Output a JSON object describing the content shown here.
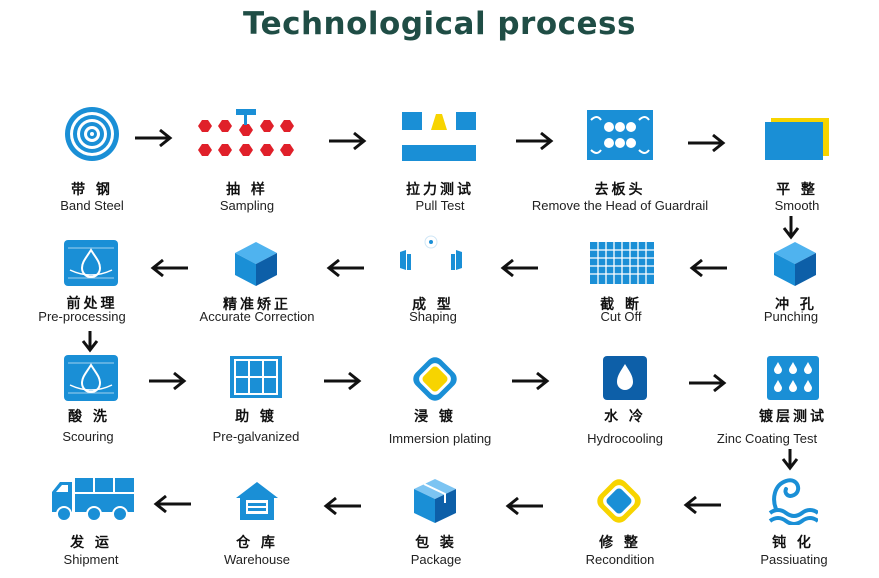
{
  "title": "Technological process",
  "steps": [
    {
      "zh": "带 钢",
      "en": "Band Steel",
      "icon": "concentric-rings-icon"
    },
    {
      "zh": "抽 样",
      "en": "Sampling",
      "icon": "red-hexagons-icon"
    },
    {
      "zh": "拉力测试",
      "en": "Pull Test",
      "icon": "pull-test-icon"
    },
    {
      "zh": "去板头",
      "en": "Remove the Head of Guardrail",
      "icon": "remove-head-icon"
    },
    {
      "zh": "平 整",
      "en": "Smooth",
      "icon": "flat-plate-icon"
    },
    {
      "zh": "冲 孔",
      "en": "Punching",
      "icon": "cube-icon"
    },
    {
      "zh": "截 断",
      "en": "Cut Off",
      "icon": "grid-panel-icon"
    },
    {
      "zh": "成 型",
      "en": "Shaping",
      "icon": "shaping-icon"
    },
    {
      "zh": "精准矫正",
      "en": "Accurate Correction",
      "icon": "cube-icon"
    },
    {
      "zh": "前处理",
      "en": "Pre-processing",
      "icon": "water-drop-box-icon"
    },
    {
      "zh": "酸 洗",
      "en": "Scouring",
      "icon": "water-drop-box-icon"
    },
    {
      "zh": "助 镀",
      "en": "Pre-galvanized",
      "icon": "window-grid-icon"
    },
    {
      "zh": "浸 镀",
      "en": "Immersion plating",
      "icon": "yellow-diamond-icon"
    },
    {
      "zh": "水 冷",
      "en": "Hydrocooling",
      "icon": "droplet-icon"
    },
    {
      "zh": "镀层测试",
      "en": "Zinc Coating Test",
      "icon": "droplets-grid-icon"
    },
    {
      "zh": "钝 化",
      "en": "Passiuating",
      "icon": "waves-icon"
    },
    {
      "zh": "修 整",
      "en": "Recondition",
      "icon": "blue-diamond-icon"
    },
    {
      "zh": "包 装",
      "en": "Package",
      "icon": "package-box-icon"
    },
    {
      "zh": "仓 库",
      "en": "Warehouse",
      "icon": "house-icon"
    },
    {
      "zh": "发 运",
      "en": "Shipment",
      "icon": "truck-icon"
    }
  ],
  "colors": {
    "title": "#1f4d45",
    "blue": "#1a8fd6",
    "dark_blue": "#0d5fa8",
    "red": "#e0202a",
    "yellow": "#f7d400"
  }
}
